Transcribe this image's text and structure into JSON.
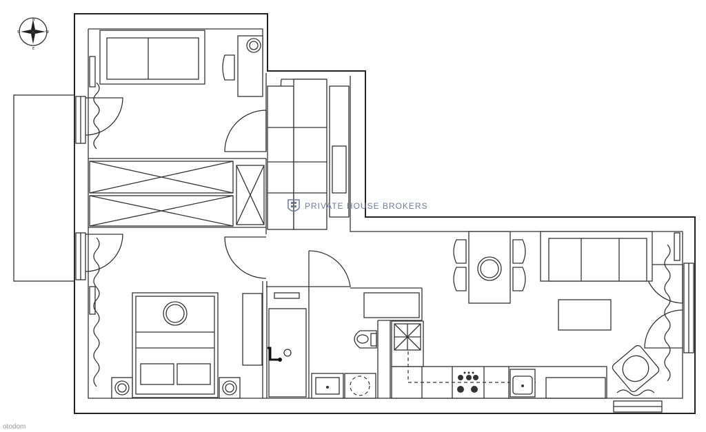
{
  "brand": {
    "name": "PRIVATE HOUSE BROKERS",
    "color": "#6c7d99",
    "logo_icon": "shield-logo-icon"
  },
  "compass": {
    "north": "N",
    "south": "S",
    "east": "E",
    "west": "W",
    "icon": "compass-rose-icon"
  },
  "watermark": {
    "text": "otodom"
  },
  "colors": {
    "line": "#222222",
    "background": "#ffffff"
  }
}
